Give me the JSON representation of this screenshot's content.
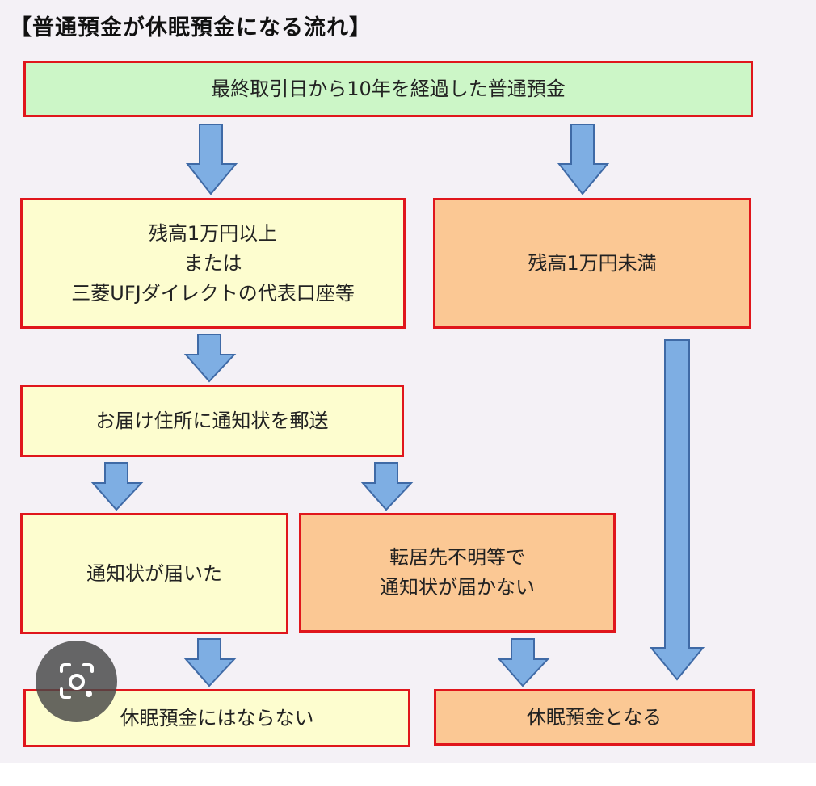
{
  "title": "【普通預金が休眠預金になる流れ】",
  "boxes": {
    "start": "最終取引日から10年を経過した普通預金",
    "balance_high": [
      "残高1万円以上",
      "または",
      "三菱UFJダイレクトの代表口座等"
    ],
    "balance_low": "残高1万円未満",
    "notice_mailed": "お届け住所に通知状を郵送",
    "notice_received": "通知状が届いた",
    "notice_not_received": [
      "転居先不明等で",
      "通知状が届かない"
    ],
    "not_dormant": "休眠預金にはならない",
    "dormant": "休眠預金となる"
  },
  "colors": {
    "border": "#e0161c",
    "start_fill": "#ccf6c7",
    "yes_fill": "#fdfdcf",
    "no_fill": "#fbc894",
    "arrow_fill": "#7eaee3",
    "arrow_stroke": "#3f6aa6"
  },
  "overlay_icon": "google-lens-icon"
}
